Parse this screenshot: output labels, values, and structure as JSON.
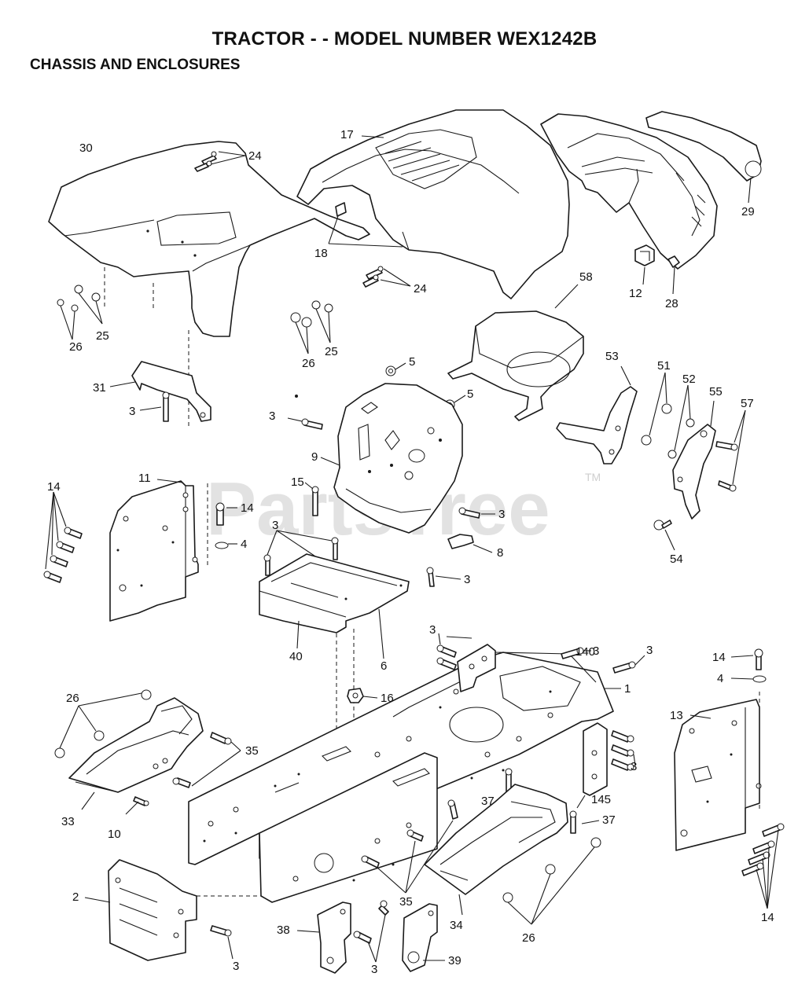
{
  "title": "TRACTOR - - MODEL NUMBER WEX1242B",
  "section": "CHASSIS AND ENCLOSURES",
  "watermark": {
    "text": "PartsTree",
    "tm": "TM"
  },
  "callouts": {
    "p30": "30",
    "p24a": "24",
    "p17": "17",
    "p29": "29",
    "p18": "18",
    "p12": "12",
    "p28": "28",
    "p24b": "24",
    "p58": "58",
    "p26a": "26",
    "p25a": "25",
    "p26b": "26",
    "p25b": "25",
    "p5a": "5",
    "p5b": "5",
    "p31": "31",
    "p3a": "3",
    "p3b": "3",
    "p53": "53",
    "p51": "51",
    "p52": "52",
    "p55": "55",
    "p57": "57",
    "p9": "9",
    "p14a": "14",
    "p11": "11",
    "p15": "15",
    "p14b": "14",
    "p3c": "3",
    "p4a": "4",
    "p54": "54",
    "p3d": "3",
    "p8": "8",
    "p3e": "3",
    "p40": "40",
    "p6": "6",
    "p3f": "3",
    "p3g": "3",
    "p140": "140",
    "p3h": "3",
    "p14c": "14",
    "p4b": "4",
    "p1": "1",
    "p16": "16",
    "p26c": "26",
    "p13": "13",
    "p35a": "35",
    "p3i": "3",
    "p33": "33",
    "p37a": "37",
    "p145": "145",
    "p37b": "37",
    "p10": "10",
    "p2": "2",
    "p35b": "35",
    "p34": "34",
    "p26d": "26",
    "p14d": "14",
    "p38": "38",
    "p3j": "3",
    "p39": "39",
    "p3k": "3"
  }
}
